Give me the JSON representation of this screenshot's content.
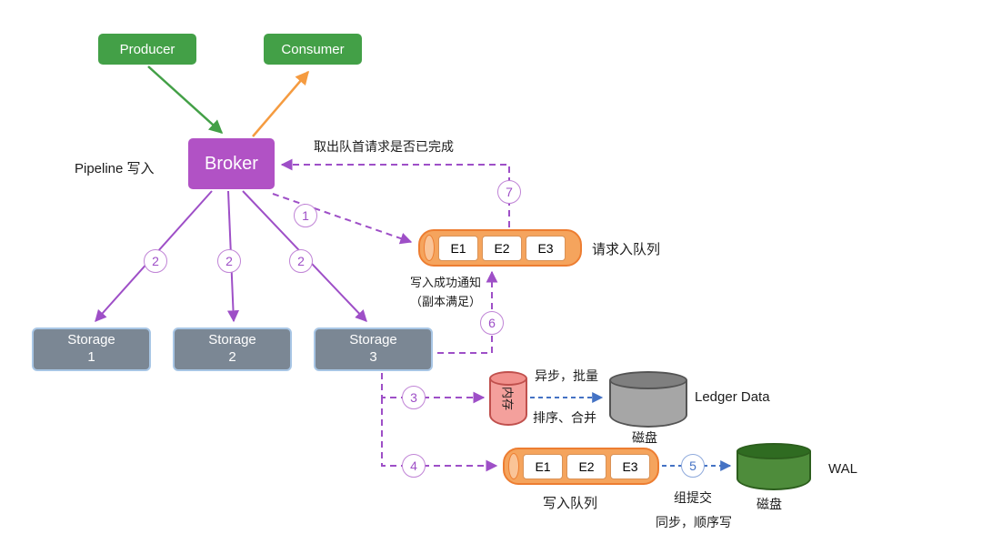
{
  "nodes": {
    "producer": {
      "label": "Producer"
    },
    "consumer": {
      "label": "Consumer"
    },
    "broker": {
      "label": "Broker"
    },
    "storages": [
      {
        "line1": "Storage",
        "line2": "1"
      },
      {
        "line1": "Storage",
        "line2": "2"
      },
      {
        "line1": "Storage",
        "line2": "3"
      }
    ]
  },
  "queues": {
    "request": {
      "entries": [
        "E1",
        "E2",
        "E3"
      ],
      "label": "请求入队列"
    },
    "write": {
      "entries": [
        "E1",
        "E2",
        "E3"
      ],
      "label": "写入队列"
    }
  },
  "stores": {
    "memory": {
      "label": "内存"
    },
    "ledger": {
      "label": "Ledger Data",
      "media": "磁盘"
    },
    "wal": {
      "label": "WAL",
      "media": "磁盘"
    }
  },
  "annotations": {
    "pipeline": "Pipeline 写入",
    "dequeue_check": "取出队首请求是否已完成",
    "write_success_line1": "写入成功通知",
    "write_success_line2": "（副本满足）",
    "async_batch": "异步，批量",
    "sort_merge": "排序、合并",
    "group_commit": "组提交",
    "sync_sequential": "同步，顺序写"
  },
  "steps": {
    "s1": "1",
    "s2": "2",
    "s3": "3",
    "s4": "4",
    "s5": "5",
    "s6": "6",
    "s7": "7"
  },
  "colors": {
    "green": "#43A047",
    "orange": "#F59B40",
    "purple": "#9E4FC7",
    "blue": "#4472C4",
    "broker_fill": "#B152C5",
    "storage_fill": "#7B8794",
    "queue_fill": "#F5A45D"
  }
}
